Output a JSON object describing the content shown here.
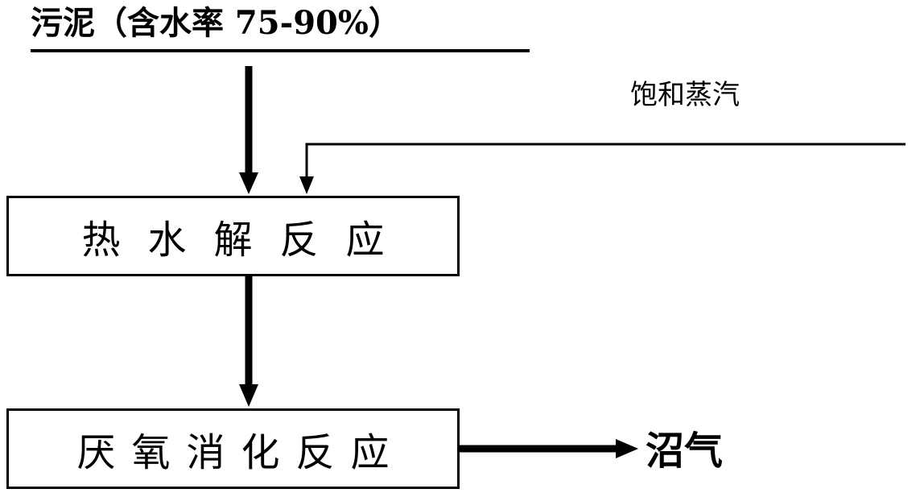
{
  "input": {
    "label": "污泥（含水率 75-90%）"
  },
  "steam": {
    "label": "饱和蒸汽"
  },
  "steps": [
    {
      "label": "热水解反应"
    },
    {
      "label": "厌氧消化反应"
    }
  ],
  "output": {
    "label": "沼气"
  }
}
